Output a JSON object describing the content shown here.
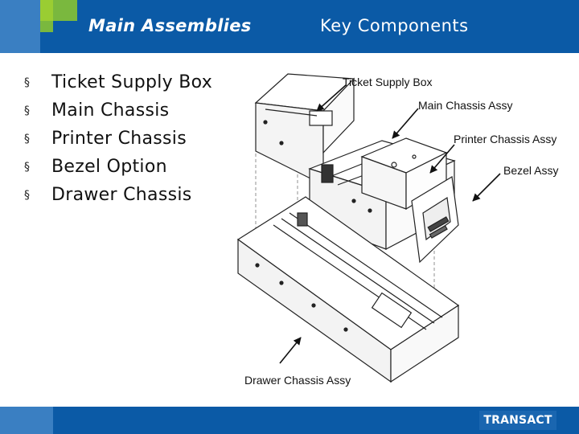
{
  "header": {
    "left_title": "Main Assemblies",
    "right_title": "Key Components"
  },
  "bullet_glyph": "§",
  "bullets": [
    "Ticket Supply Box",
    "Main Chassis",
    "Printer Chassis",
    "Bezel Option",
    "Drawer Chassis"
  ],
  "diagram_labels": {
    "ticket_supply_box": "Ticket Supply Box",
    "main_chassis": "Main Chassis Assy",
    "printer_chassis": "Printer Chassis Assy",
    "bezel": "Bezel Assy",
    "drawer_chassis": "Drawer Chassis Assy"
  },
  "footer": {
    "logo": "TRANSACT"
  },
  "colors": {
    "header_blue": "#0b5aa6",
    "accent_light_blue": "#3a7fc2",
    "accent_green": "#9acd32"
  }
}
